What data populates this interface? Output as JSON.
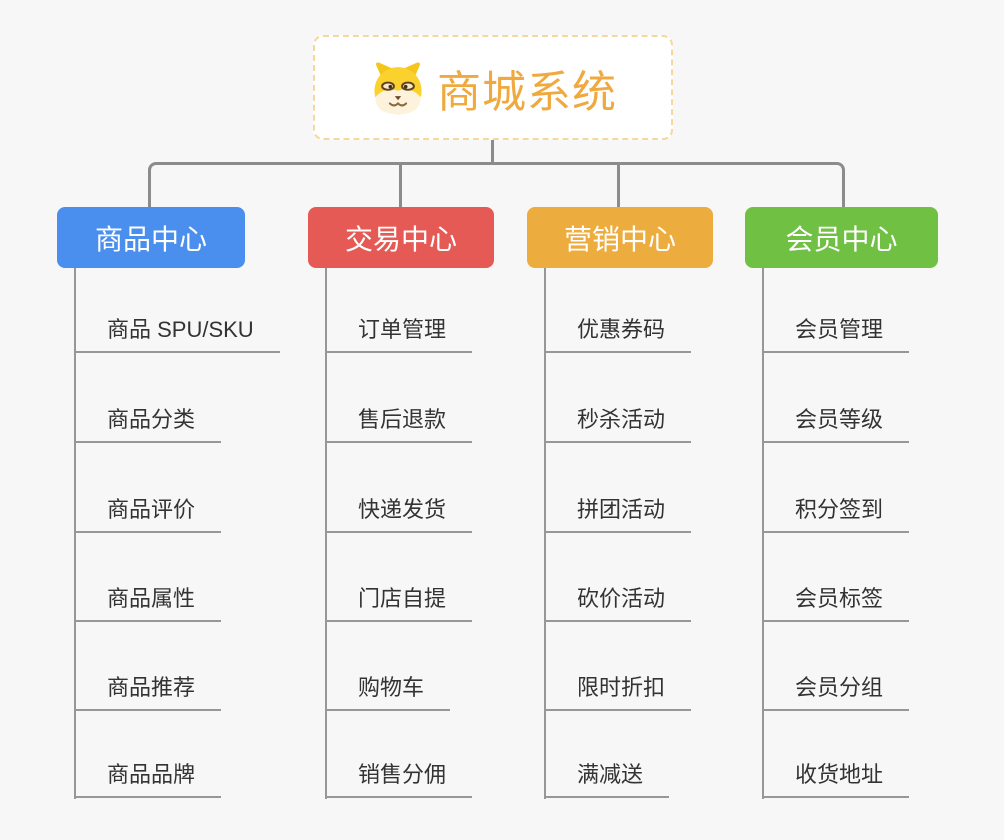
{
  "root": {
    "title": "商城系统",
    "icon": "dog-face-icon"
  },
  "branches": [
    {
      "label": "商品中心",
      "color": "#4a8fee",
      "children": [
        "商品 SPU/SKU",
        "商品分类",
        "商品评价",
        "商品属性",
        "商品推荐",
        "商品品牌"
      ]
    },
    {
      "label": "交易中心",
      "color": "#e65a56",
      "children": [
        "订单管理",
        "售后退款",
        "快递发货",
        "门店自提",
        "购物车",
        "销售分佣"
      ]
    },
    {
      "label": "营销中心",
      "color": "#edac3e",
      "children": [
        "优惠券码",
        "秒杀活动",
        "拼团活动",
        "砍价活动",
        "限时折扣",
        "满减送"
      ]
    },
    {
      "label": "会员中心",
      "color": "#6fc043",
      "children": [
        "会员管理",
        "会员等级",
        "积分签到",
        "会员标签",
        "会员分组",
        "收货地址"
      ]
    }
  ],
  "colors": {
    "background": "#f7f7f7",
    "root_accent": "#f0a93f",
    "root_border": "#f6d79e",
    "connector": "#8c8c8c",
    "leaf_line": "#979797",
    "leaf_text": "#333333"
  }
}
